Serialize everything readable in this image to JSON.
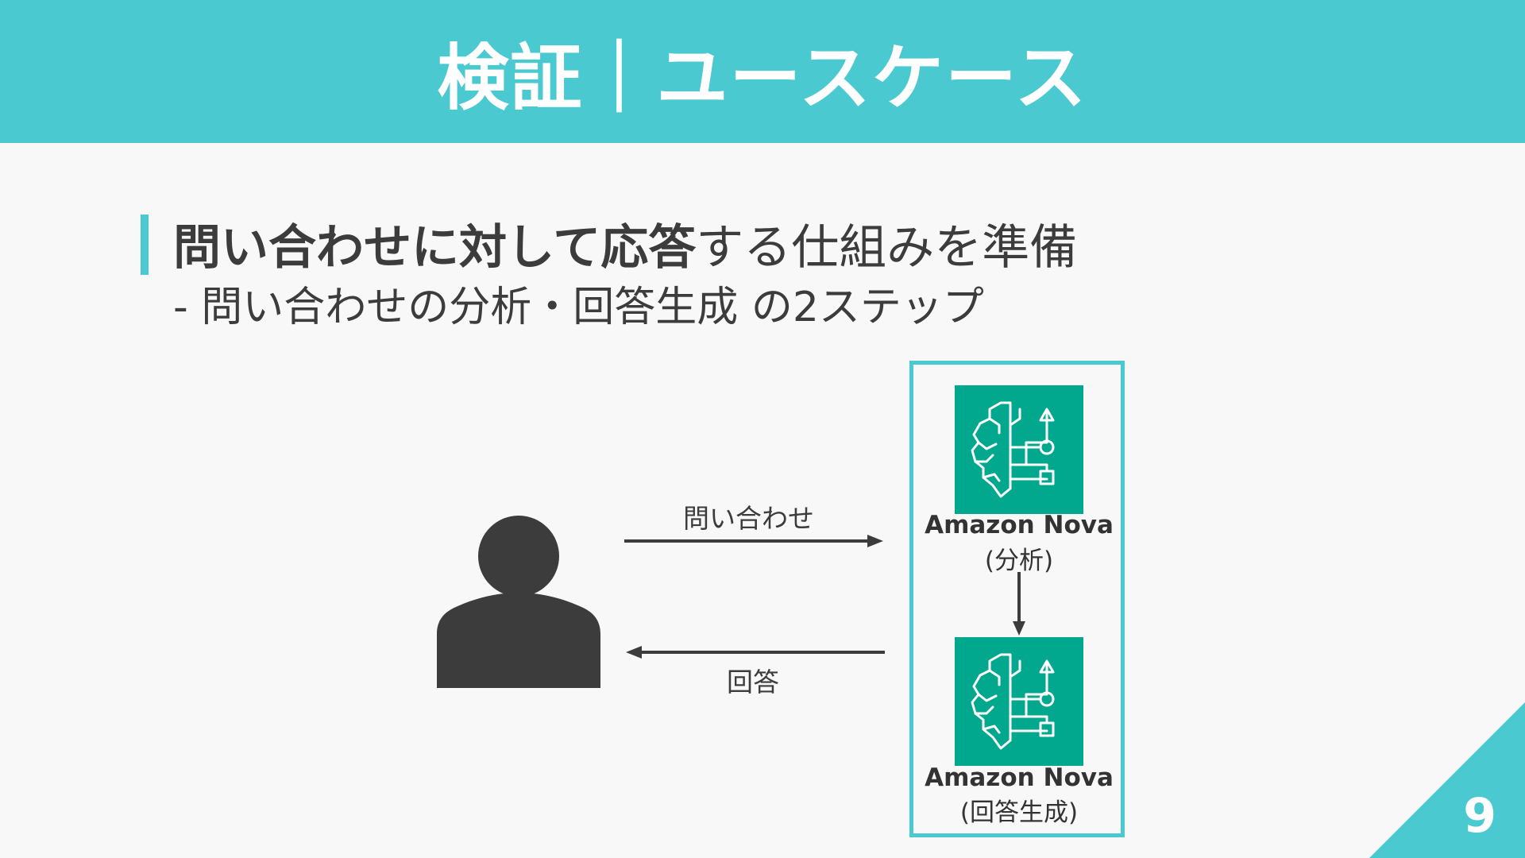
{
  "header": {
    "title": "検証｜ユースケース"
  },
  "heading": {
    "bold_text": "問い合わせに対して応答",
    "normal_text": "する仕組みを準備"
  },
  "subheading": {
    "text": "- 問い合わせの分析・回答生成 の2ステップ"
  },
  "diagram": {
    "inquiry_label": "問い合わせ",
    "answer_label": "回答",
    "nova_analysis": {
      "name": "Amazon Nova",
      "role": "(分析)"
    },
    "nova_generation": {
      "name": "Amazon Nova",
      "role": "(回答生成)"
    },
    "icon": "brain-circuit-icon",
    "colors": {
      "accent": "#4bc9d0",
      "nova_icon_bg": "#01a88d",
      "person": "#3c3c3c"
    }
  },
  "page": {
    "number": "9"
  }
}
